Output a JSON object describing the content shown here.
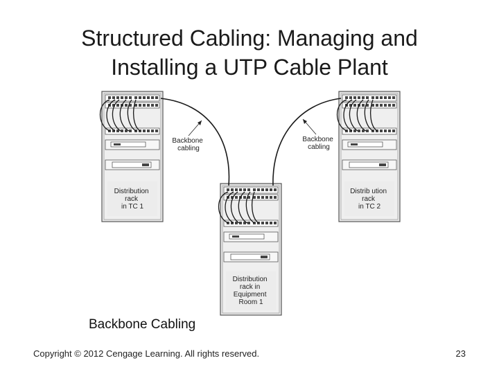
{
  "slide": {
    "title_line1": "Structured Cabling: Managing and",
    "title_line2": "Installing a UTP Cable Plant",
    "caption": "Backbone Cabling",
    "footer": "Copyright © 2012 Cengage Learning. All rights reserved.",
    "page_number": "23"
  },
  "diagram": {
    "racks": [
      {
        "id": "tc1",
        "label_lines": [
          "Distribution",
          "rack",
          "in TC 1"
        ]
      },
      {
        "id": "tc2",
        "label_lines": [
          "Distrib ution",
          "rack",
          "in TC 2"
        ]
      },
      {
        "id": "er1",
        "label_lines": [
          "Distribution",
          "rack in",
          "Equipment",
          "Room 1"
        ]
      }
    ],
    "callouts": [
      {
        "id": "left",
        "lines": [
          "Backbone",
          "cabling"
        ]
      },
      {
        "id": "right",
        "lines": [
          "Backbone",
          "cabling"
        ]
      }
    ]
  },
  "colors": {
    "rack_fill": "#e6e6e6",
    "rack_stroke": "#555555",
    "cable": "#1a1a1a"
  }
}
